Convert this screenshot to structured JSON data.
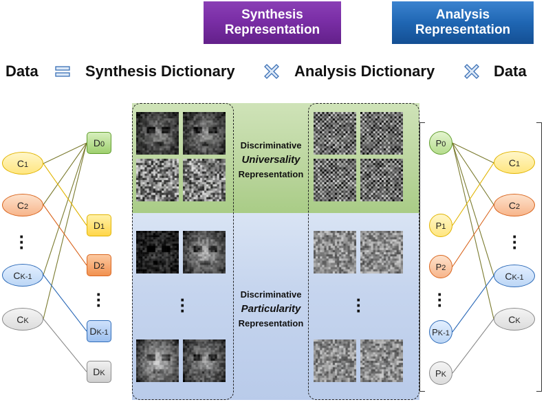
{
  "headers": {
    "synthesis": "Synthesis Representation",
    "analysis": "Analysis Representation"
  },
  "equation": {
    "data_left": "Data",
    "synthesis_dictionary": "Synthesis Dictionary",
    "analysis_dictionary": "Analysis Dictionary",
    "data_right": "Data"
  },
  "bands": {
    "universality": {
      "line1": "Discriminative",
      "line2": "Universality",
      "line3": "Representation"
    },
    "particularity": {
      "line1": "Discriminative",
      "line2": "Particularity",
      "line3": "Representation"
    }
  },
  "left_classes": [
    "C1",
    "C2",
    "CK-1",
    "CK"
  ],
  "synthesis_atoms": [
    "D0",
    "D1",
    "D2",
    "DK-1",
    "DK"
  ],
  "analysis_atoms": [
    "P0",
    "P1",
    "P2",
    "PK-1",
    "PK"
  ],
  "right_classes": [
    "C1",
    "C2",
    "CK-1",
    "CK"
  ],
  "colors": {
    "yellow": "#e1b400",
    "orange": "#d9651e",
    "blue": "#2e6bb8",
    "gray": "#8a8a8a",
    "green": "#5f9c2c",
    "synthesis_header": "#7a2ea6",
    "analysis_header": "#1f66b3",
    "universality_band": "#bad59d",
    "particularity_band": "#c6d5ee"
  },
  "icons": {
    "equals": "equals-icon",
    "multiply": "multiply-icon"
  }
}
